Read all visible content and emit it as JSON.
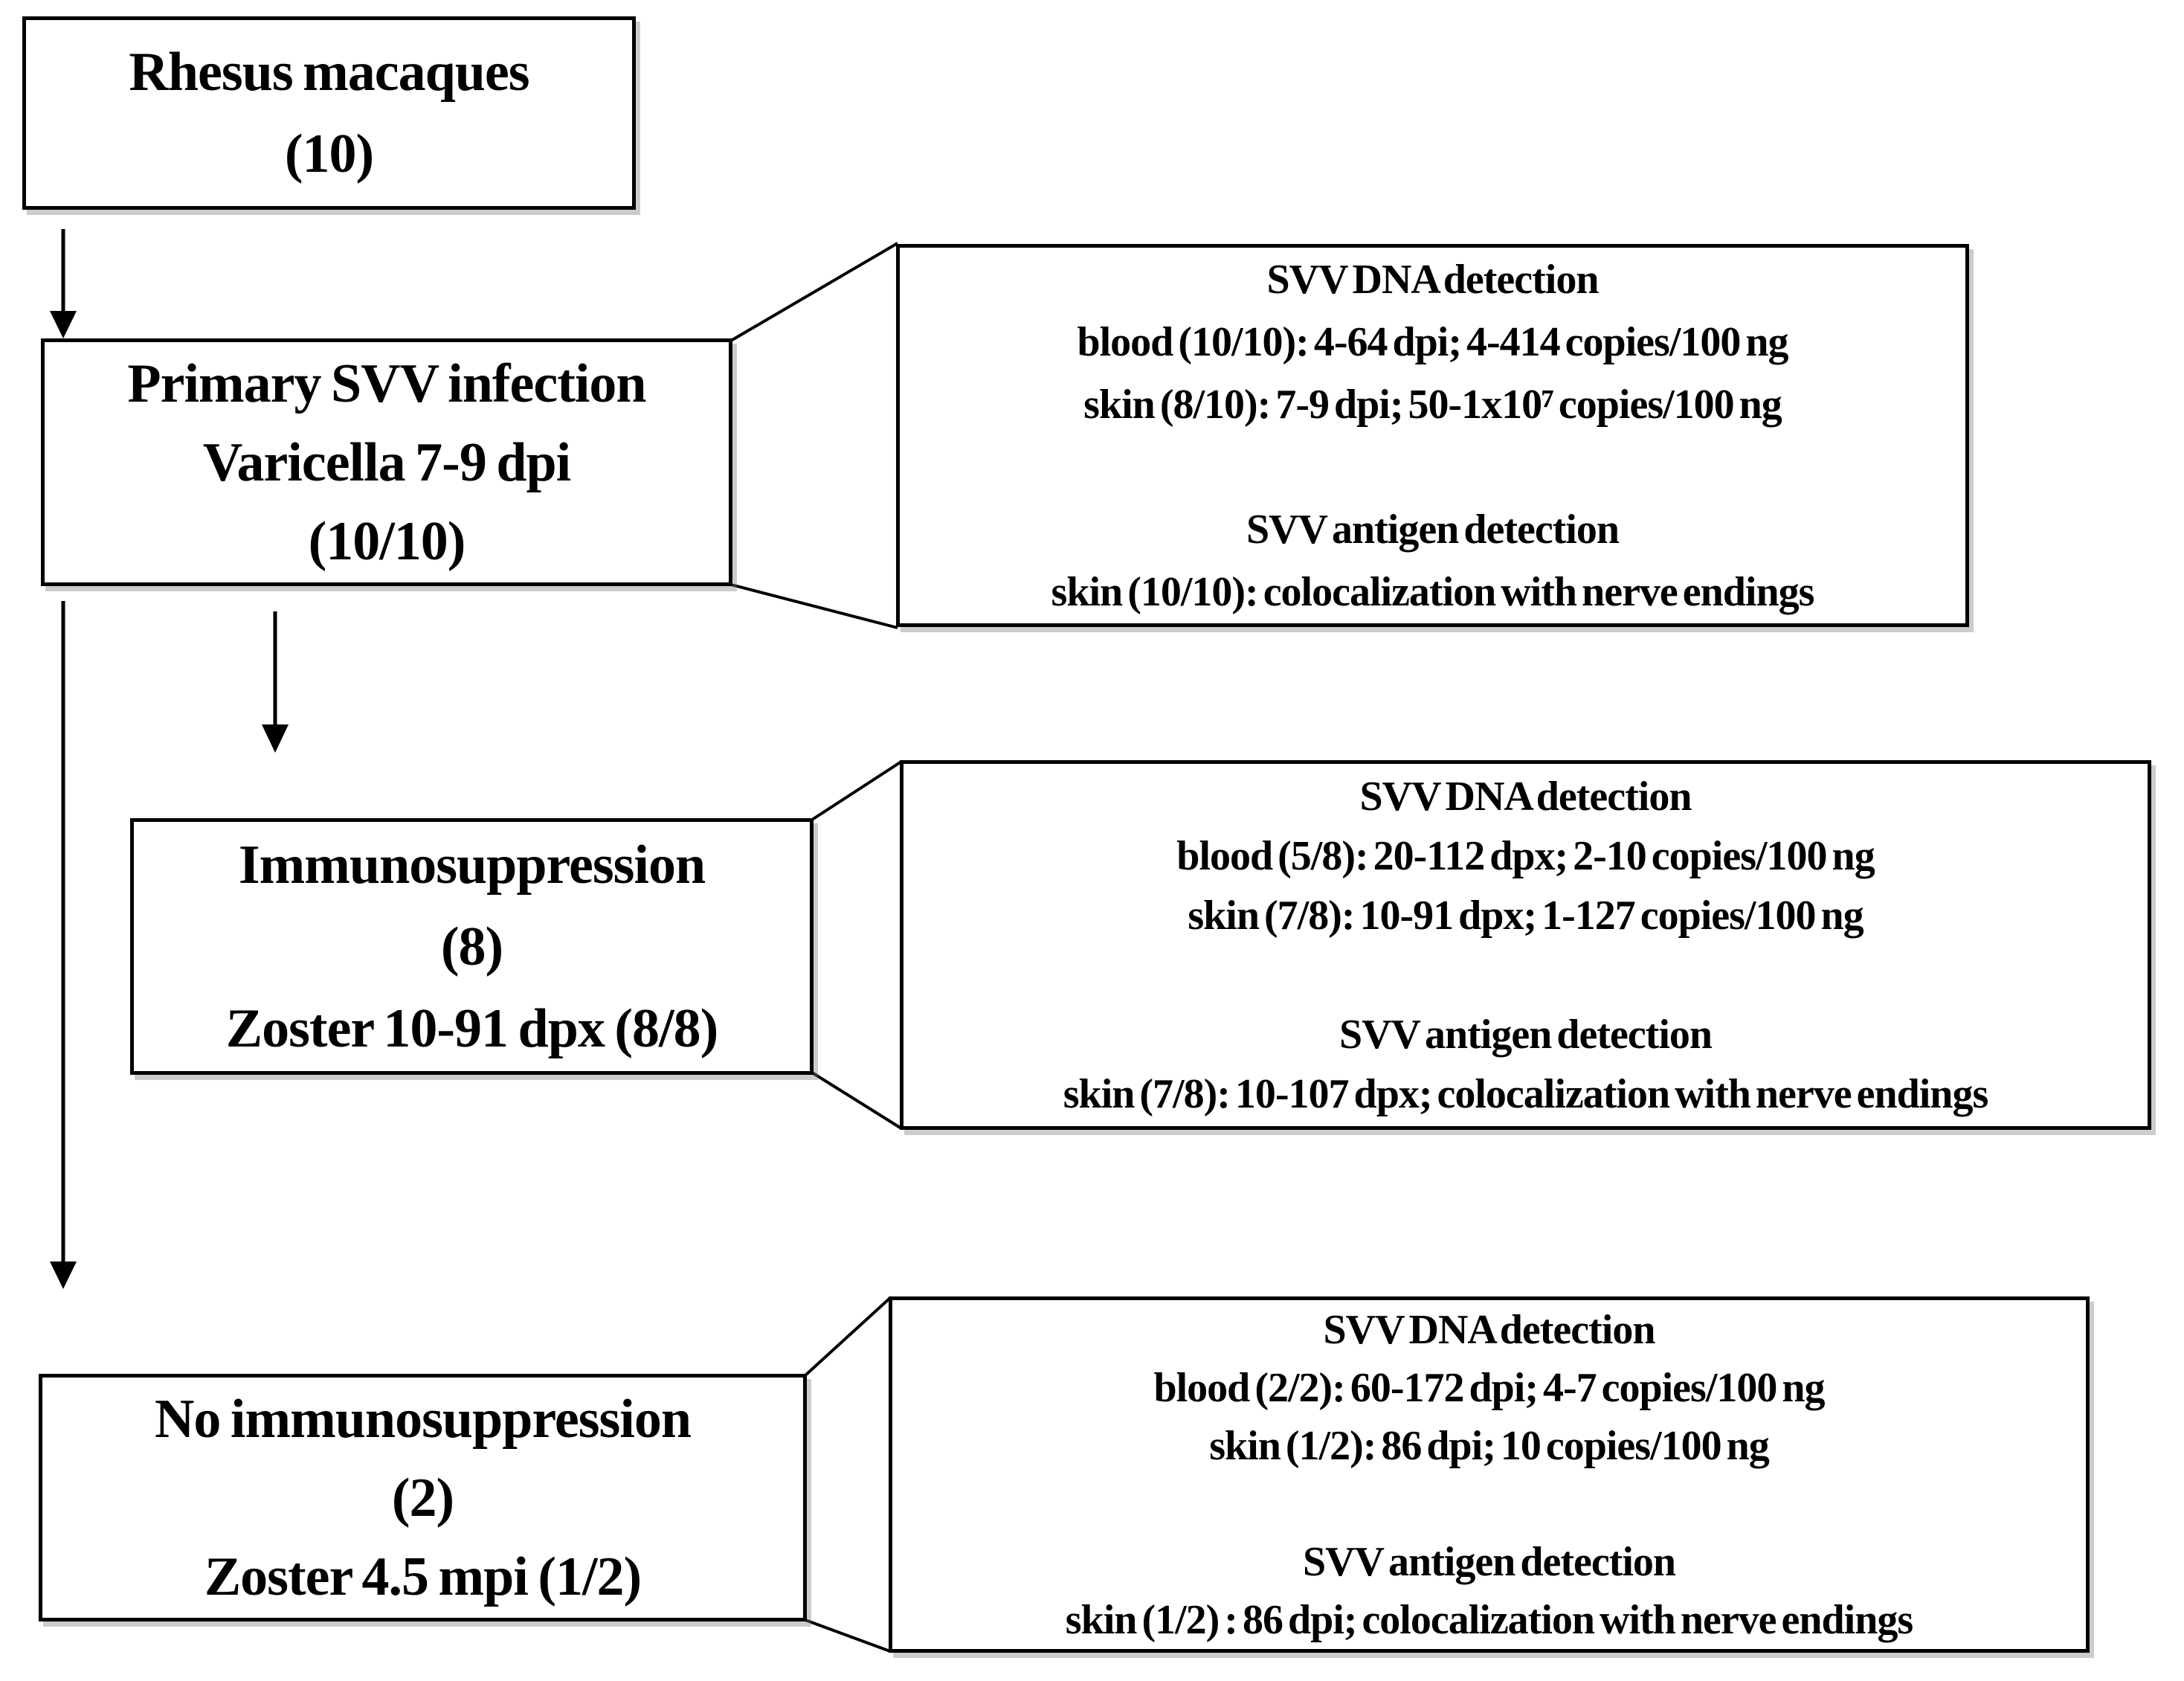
{
  "figure": {
    "type": "flowchart",
    "background": "#ffffff",
    "line_color": "#000000",
    "text_color": "#000000"
  },
  "flow": {
    "rhesus": [
      "Rhesus macaques",
      "(10)"
    ],
    "primary": [
      "Primary SVV infection",
      "Varicella 7-9 dpi",
      "(10/10)"
    ],
    "immuno": [
      "Immunosuppression",
      "(8)",
      "Zoster 10-91 dpx (8/8)"
    ],
    "noimmuno": [
      "No immunosuppression",
      "(2)",
      "Zoster 4.5 mpi (1/2)"
    ]
  },
  "details": {
    "primary": {
      "dna_title": "SVV DNA detection",
      "dna_blood": "blood (10/10): 4-64 dpi; 4-414 copies/100 ng",
      "dna_skin": "skin (8/10): 7-9 dpi; 50-1x10⁷ copies/100 ng",
      "antigen_title": "SVV antigen detection",
      "antigen_skin": "skin (10/10): colocalization with nerve endings"
    },
    "immuno": {
      "dna_title": "SVV DNA detection",
      "dna_blood": "blood (5/8): 20-112 dpx; 2-10 copies/100 ng",
      "dna_skin": "skin (7/8): 10-91 dpx; 1-127 copies/100 ng",
      "antigen_title": "SVV antigen detection",
      "antigen_skin": "skin (7/8): 10-107 dpx; colocalization with nerve endings"
    },
    "noimmuno": {
      "dna_title": "SVV DNA detection",
      "dna_blood": "blood (2/2): 60-172 dpi; 4-7 copies/100 ng",
      "dna_skin": "skin (1/2): 86 dpi; 10 copies/100 ng",
      "antigen_title": "SVV antigen detection",
      "antigen_skin": "skin (1/2) : 86 dpi; colocalization with nerve endings"
    }
  }
}
